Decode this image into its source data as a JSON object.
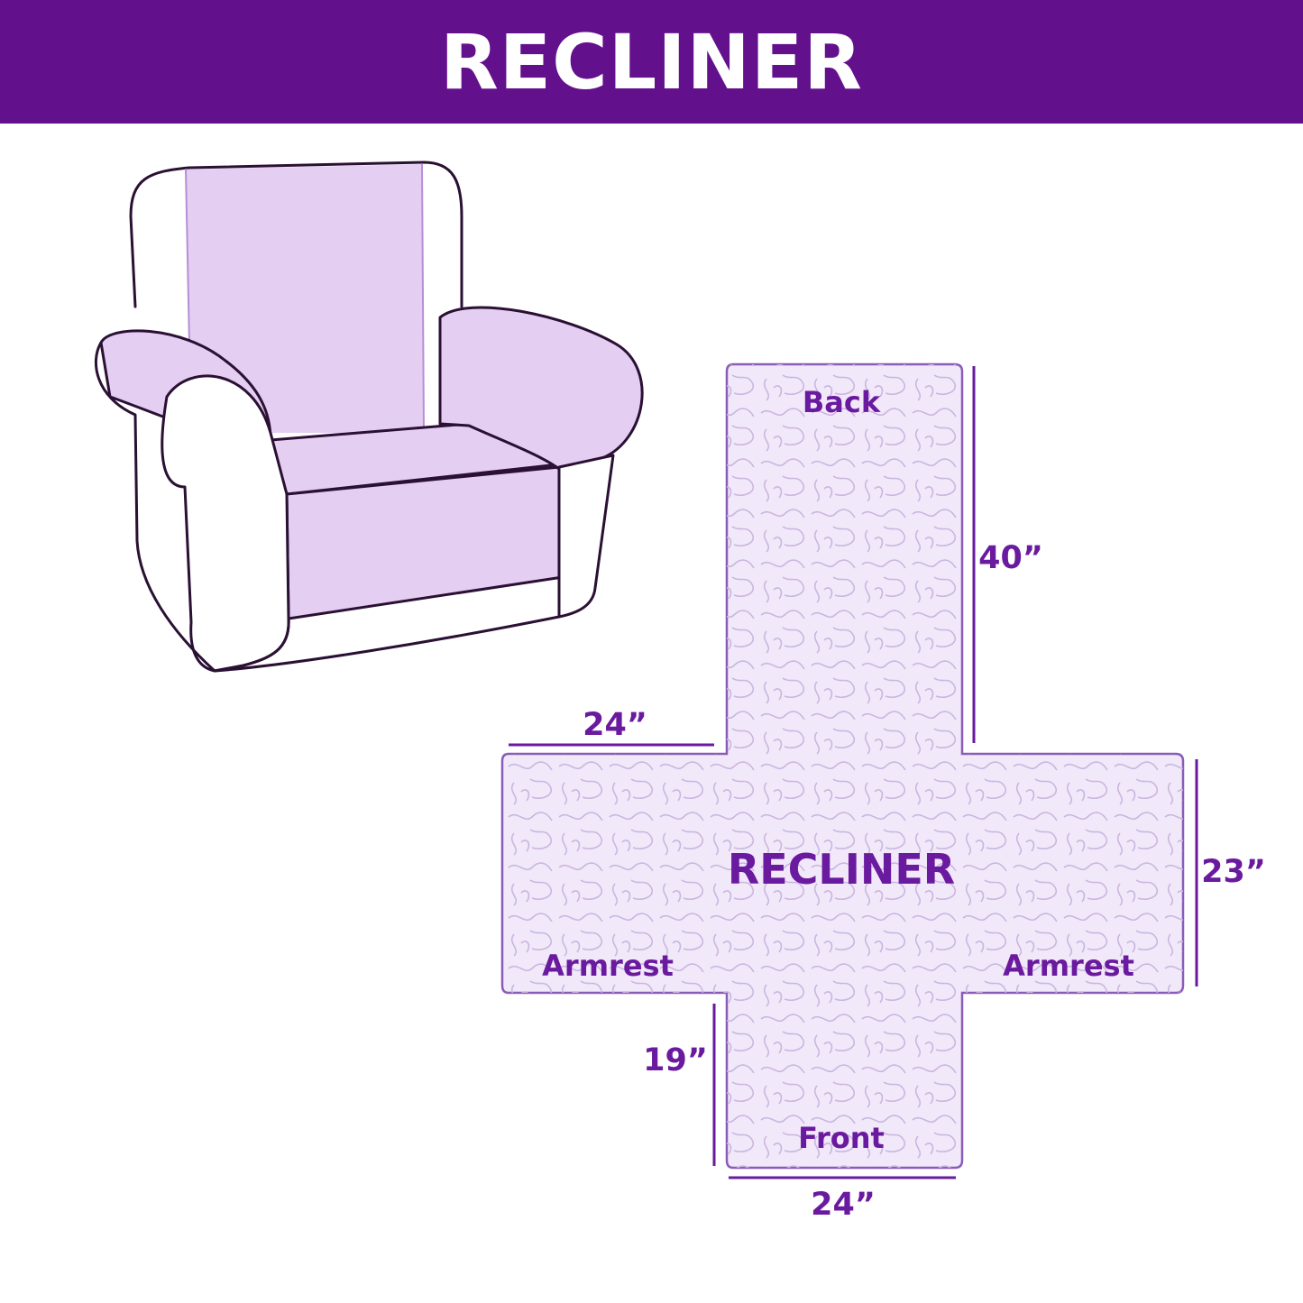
{
  "header": {
    "title": "RECLINER"
  },
  "colors": {
    "brand": "#63108c",
    "label": "#6a1a9e",
    "cover_fill": "#f1e8fa",
    "chair_fill": "#e4cef2",
    "outline": "#2a1033"
  },
  "cover": {
    "center_label": "RECLINER",
    "back_label": "Back",
    "front_label": "Front",
    "left_armrest_label": "Armrest",
    "right_armrest_label": "Armrest"
  },
  "dimensions": {
    "back_length": "40”",
    "armrest_width": "24”",
    "armrest_height": "23”",
    "front_length": "19”",
    "seat_width": "24”"
  },
  "illustration": {
    "icon": "armchair-icon"
  }
}
